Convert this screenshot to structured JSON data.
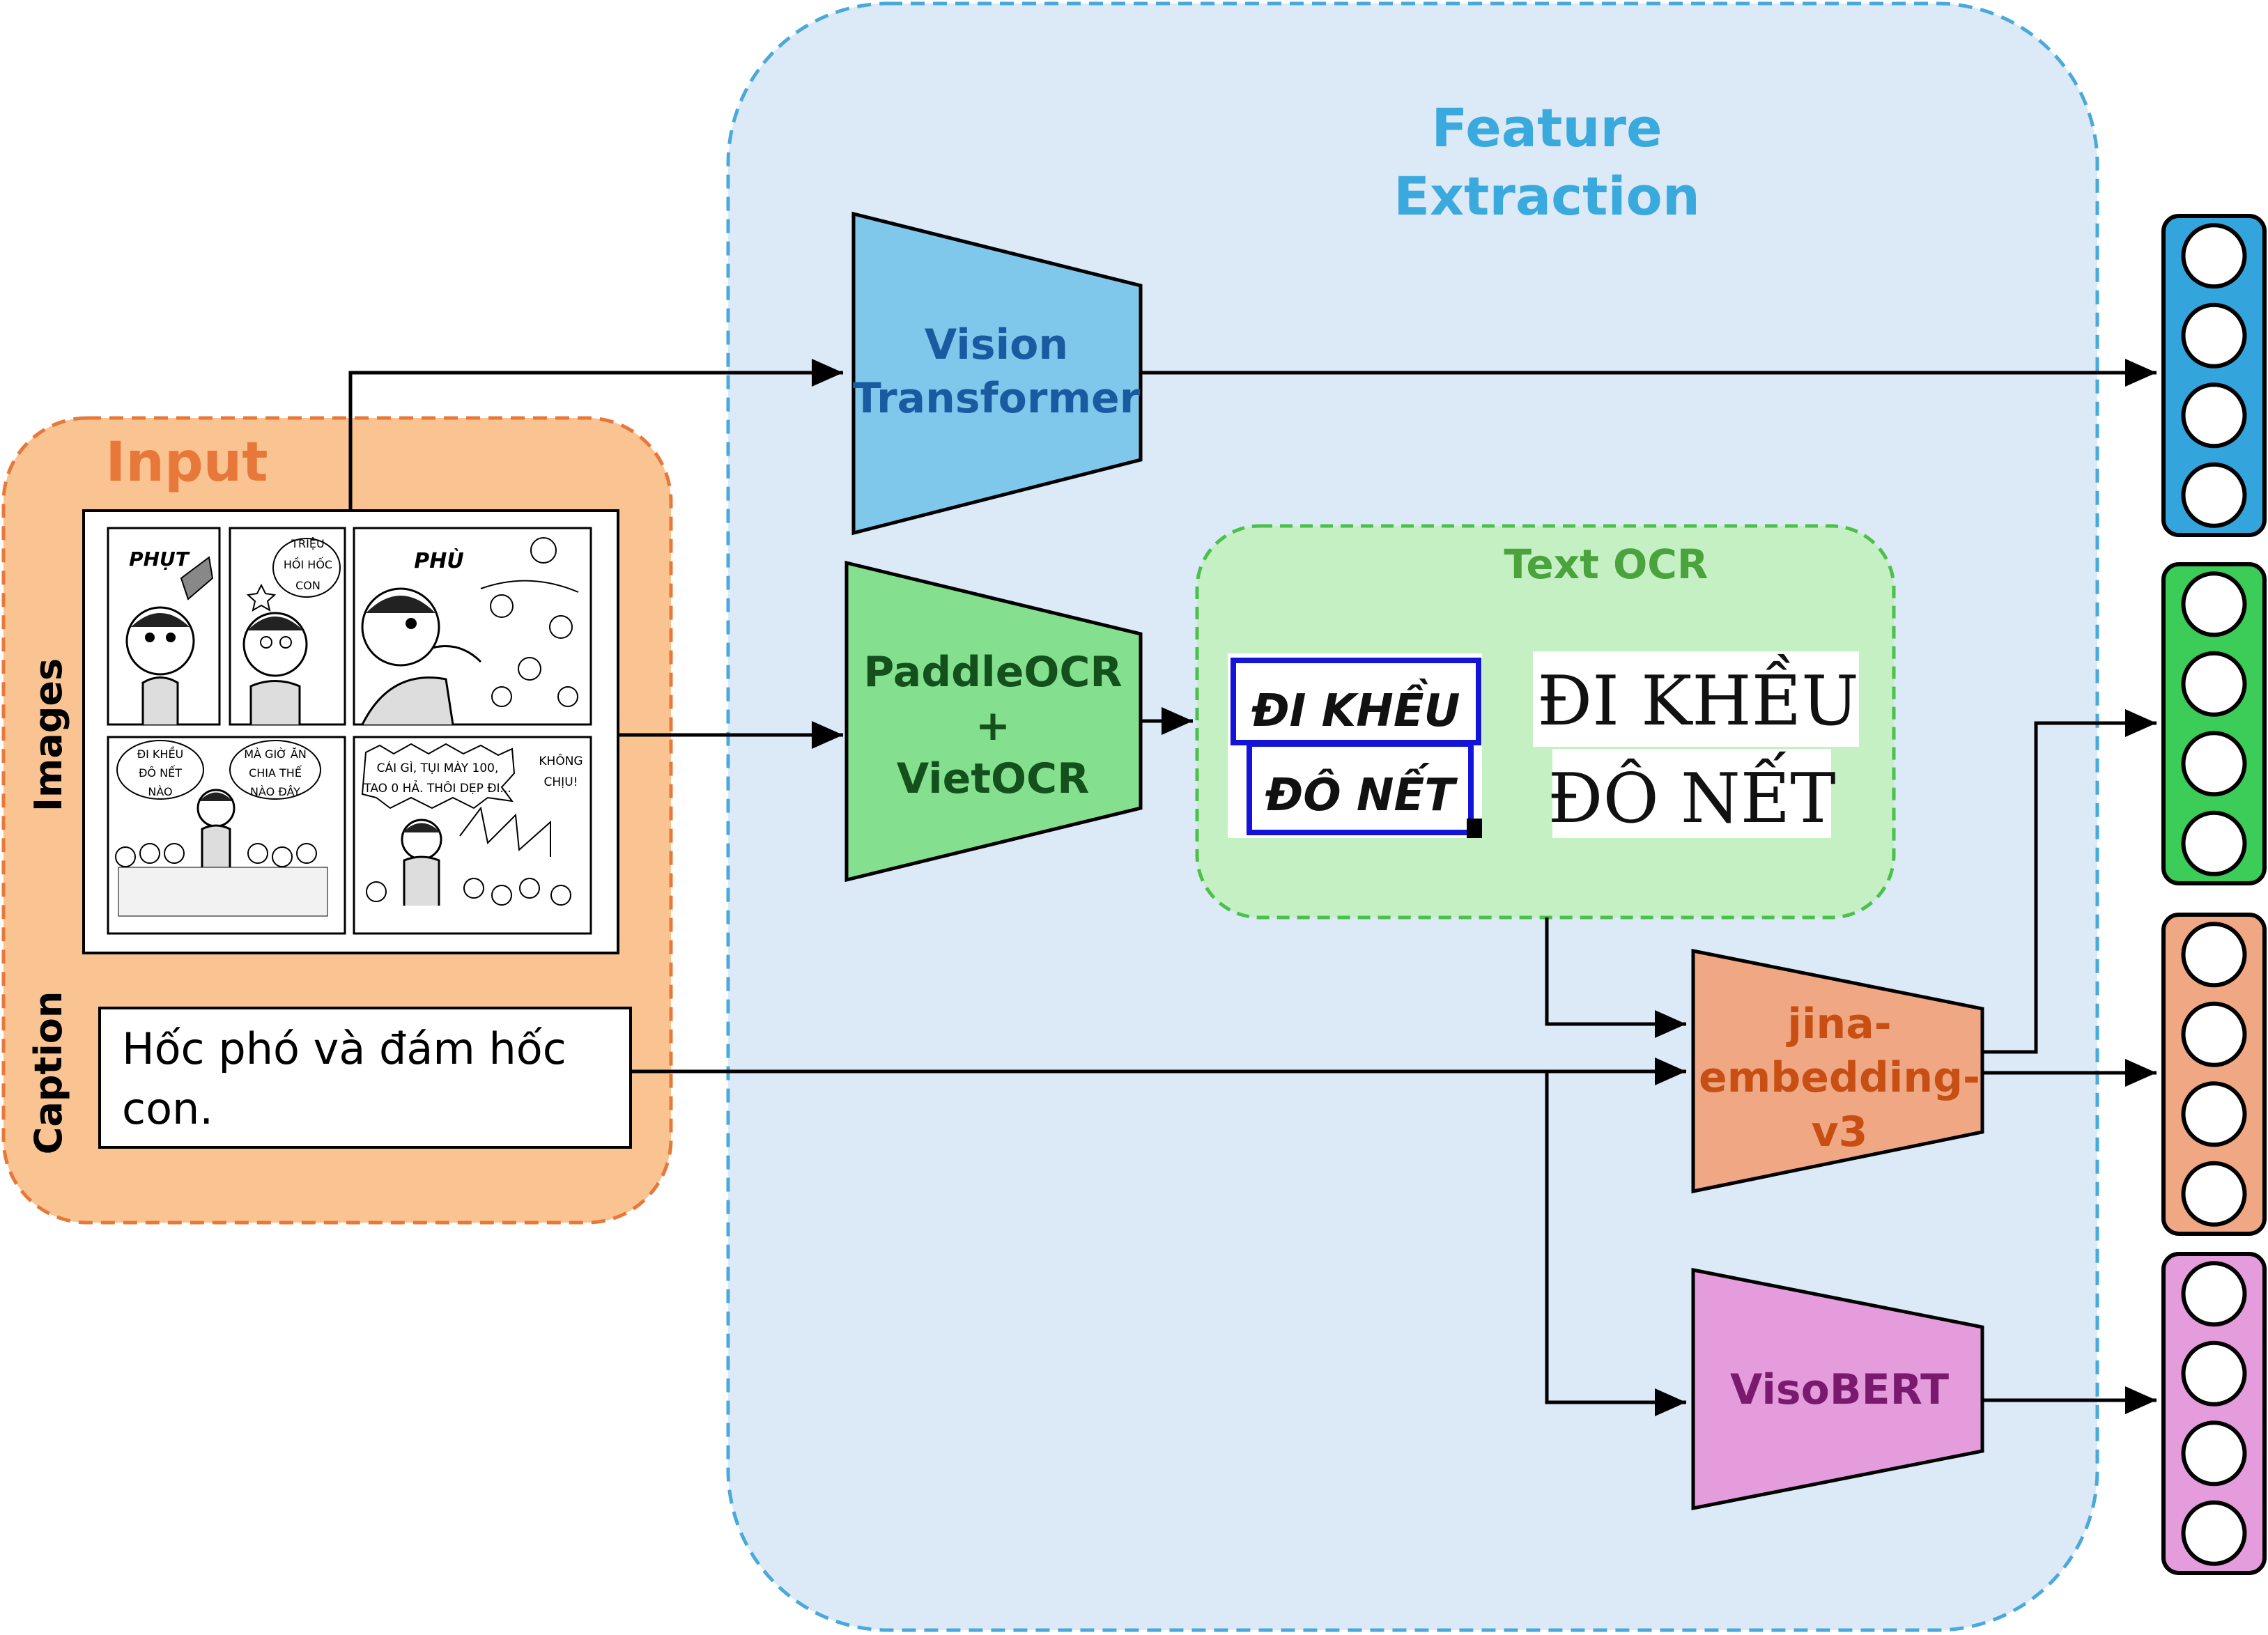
{
  "feature_extraction": {
    "title_line1": "Feature",
    "title_line2": "Extraction"
  },
  "input": {
    "title": "Input",
    "images_label": "Images",
    "caption_label": "Caption",
    "caption_line1": "Hốc phó và đám hốc",
    "caption_line2": "con.",
    "comic_texts": {
      "p1": "PHỤT",
      "p2_l1": "TRIỆU",
      "p2_l2": "HỒI HỐC",
      "p2_l3": "CON",
      "p3": "PHÙ",
      "p4_l1": "ĐI KHỀU",
      "p4_l2": "ĐÔ NẾT",
      "p4_l3": "NÀO",
      "p4_l4": "MÀ GIỜ ĂN",
      "p4_l5": "CHIA THẾ",
      "p4_l6": "NÀO ĐÂY",
      "p5_l1": "CÁI GÌ, TỤI MÀY 100,",
      "p5_l2": "TAO 0 HẢ. THÔI DẸP ĐI...",
      "p5_l3": "KHÔNG",
      "p5_l4": "CHỊU!"
    }
  },
  "modules": {
    "vit_line1": "Vision",
    "vit_line2": "Transformer",
    "ocr_line1": "PaddleOCR",
    "ocr_line2": "+",
    "ocr_line3": "VietOCR",
    "jina_line1": "jina-",
    "jina_line2": "embedding-",
    "jina_line3": "v3",
    "visobert": "VisoBERT"
  },
  "text_ocr": {
    "title": "Text OCR",
    "crop_line1": "ĐI KHỀU",
    "crop_line2": "ĐÔ NẾT",
    "rendered_line1": "ĐI KHỀU",
    "rendered_line2": "ĐÔ NẾT"
  },
  "colors": {
    "feature_bg": "#dce9f6",
    "feature_border": "#4aa9db",
    "input_bg": "#f9c392",
    "input_border": "#e8783a",
    "vit_fill": "#7fc8ec",
    "ocr_fill": "#84e08e",
    "jina_fill": "#f0a884",
    "visobert_fill": "#e49cdc",
    "text_ocr_bg": "#c4f0c4",
    "text_ocr_border": "#4cc04c"
  },
  "output_vectors": [
    {
      "color": "#34a5dc",
      "circles": 4
    },
    {
      "color": "#3ccc58",
      "circles": 4
    },
    {
      "color": "#f0a884",
      "circles": 4
    },
    {
      "color": "#e49cdc",
      "circles": 4
    }
  ]
}
